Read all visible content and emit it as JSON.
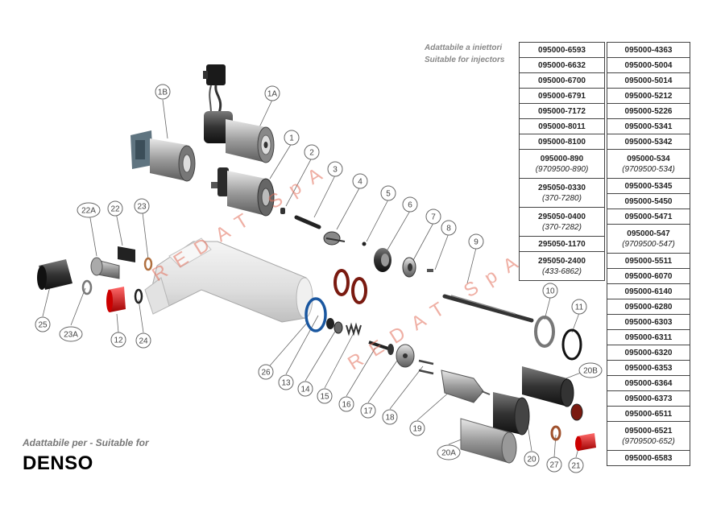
{
  "header": {
    "line_it": "Adattabile a iniettori",
    "line_en": "Suitable for injectors"
  },
  "footer": {
    "suitable_label": "Adattabile per - Suitable for",
    "brand": "DENSO"
  },
  "watermark": "REDAT SpA",
  "table_left": [
    {
      "code": "095000-6593"
    },
    {
      "code": "095000-6632"
    },
    {
      "code": "095000-6700"
    },
    {
      "code": "095000-6791"
    },
    {
      "code": "095000-7172"
    },
    {
      "code": "095000-8011"
    },
    {
      "code": "095000-8100"
    },
    {
      "code": "095000-890",
      "sub": "(9709500-890)"
    },
    {
      "code": "295050-0330",
      "sub": "(370-7280)"
    },
    {
      "code": "295050-0400",
      "sub": "(370-7282)"
    },
    {
      "code": "295050-1170"
    },
    {
      "code": "295050-2400",
      "sub": "(433-6862)"
    }
  ],
  "table_right": [
    {
      "code": "095000-4363"
    },
    {
      "code": "095000-5004"
    },
    {
      "code": "095000-5014"
    },
    {
      "code": "095000-5212"
    },
    {
      "code": "095000-5226"
    },
    {
      "code": "095000-5341"
    },
    {
      "code": "095000-5342"
    },
    {
      "code": "095000-534",
      "sub": "(9709500-534)"
    },
    {
      "code": "095000-5345"
    },
    {
      "code": "095000-5450"
    },
    {
      "code": "095000-5471"
    },
    {
      "code": "095000-547",
      "sub": "(9709500-547)"
    },
    {
      "code": "095000-5511"
    },
    {
      "code": "095000-6070"
    },
    {
      "code": "095000-6140"
    },
    {
      "code": "095000-6280"
    },
    {
      "code": "095000-6303"
    },
    {
      "code": "095000-6311"
    },
    {
      "code": "095000-6320"
    },
    {
      "code": "095000-6353"
    },
    {
      "code": "095000-6364"
    },
    {
      "code": "095000-6373"
    },
    {
      "code": "095000-6511"
    },
    {
      "code": "095000-6521",
      "sub": "(9709500-652)"
    },
    {
      "code": "095000-6583"
    }
  ],
  "callouts": [
    "1A",
    "1B",
    "1",
    "2",
    "3",
    "4",
    "5",
    "6",
    "7",
    "8",
    "9",
    "10",
    "11",
    "12",
    "13",
    "14",
    "15",
    "16",
    "17",
    "18",
    "19",
    "20",
    "20A",
    "20B",
    "21",
    "22",
    "22A",
    "23",
    "23A",
    "24",
    "25",
    "26",
    "27"
  ]
}
